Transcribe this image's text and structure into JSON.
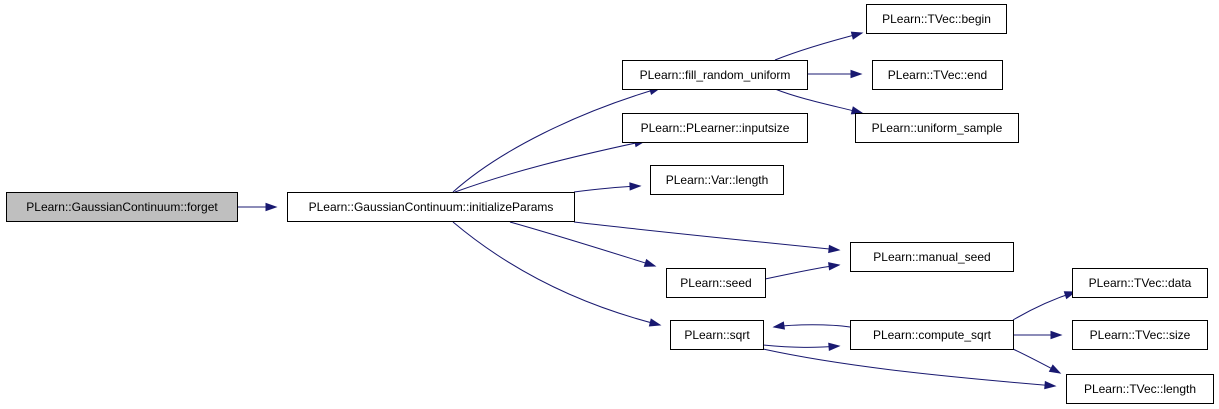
{
  "graph": {
    "edge_color": "#191970",
    "root_fill": "#bfbfbf",
    "nodes": [
      {
        "id": "forget",
        "label": "PLearn::GaussianContinuum::forget",
        "root": true
      },
      {
        "id": "initializeParams",
        "label": "PLearn::GaussianContinuum::initializeParams"
      },
      {
        "id": "fill_random_uniform",
        "label": "PLearn::fill_random_uniform"
      },
      {
        "id": "inputsize",
        "label": "PLearn::PLearner::inputsize"
      },
      {
        "id": "var_length",
        "label": "PLearn::Var::length"
      },
      {
        "id": "manual_seed",
        "label": "PLearn::manual_seed"
      },
      {
        "id": "seed",
        "label": "PLearn::seed"
      },
      {
        "id": "sqrt",
        "label": "PLearn::sqrt"
      },
      {
        "id": "tvec_begin",
        "label": "PLearn::TVec::begin"
      },
      {
        "id": "tvec_end",
        "label": "PLearn::TVec::end"
      },
      {
        "id": "uniform_sample",
        "label": "PLearn::uniform_sample"
      },
      {
        "id": "compute_sqrt",
        "label": "PLearn::compute_sqrt"
      },
      {
        "id": "tvec_data",
        "label": "PLearn::TVec::data"
      },
      {
        "id": "tvec_size",
        "label": "PLearn::TVec::size"
      },
      {
        "id": "tvec_length",
        "label": "PLearn::TVec::length"
      }
    ],
    "edges": [
      {
        "from": "forget",
        "to": "initializeParams"
      },
      {
        "from": "initializeParams",
        "to": "fill_random_uniform"
      },
      {
        "from": "initializeParams",
        "to": "inputsize"
      },
      {
        "from": "initializeParams",
        "to": "var_length"
      },
      {
        "from": "initializeParams",
        "to": "manual_seed"
      },
      {
        "from": "initializeParams",
        "to": "seed"
      },
      {
        "from": "initializeParams",
        "to": "sqrt"
      },
      {
        "from": "fill_random_uniform",
        "to": "tvec_begin"
      },
      {
        "from": "fill_random_uniform",
        "to": "tvec_end"
      },
      {
        "from": "fill_random_uniform",
        "to": "uniform_sample"
      },
      {
        "from": "seed",
        "to": "manual_seed"
      },
      {
        "from": "sqrt",
        "to": "compute_sqrt"
      },
      {
        "from": "sqrt",
        "to": "tvec_length"
      },
      {
        "from": "compute_sqrt",
        "to": "sqrt"
      },
      {
        "from": "compute_sqrt",
        "to": "tvec_data"
      },
      {
        "from": "compute_sqrt",
        "to": "tvec_size"
      },
      {
        "from": "compute_sqrt",
        "to": "tvec_length"
      }
    ]
  }
}
